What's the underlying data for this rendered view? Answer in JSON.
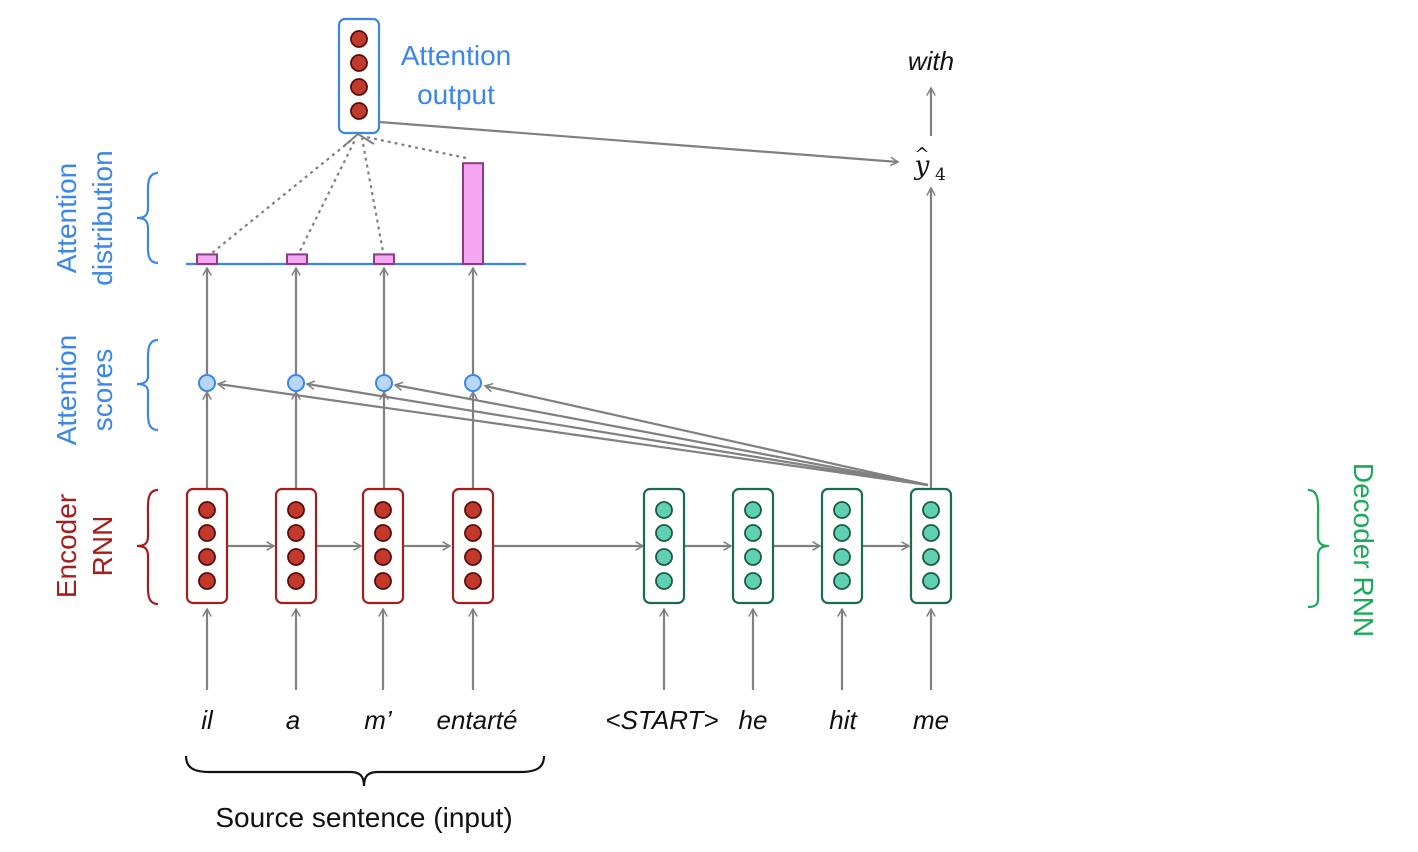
{
  "colors": {
    "encoder": "#a51e1e",
    "encoder_dot": "#c0392b",
    "decoder": "#1a6b50",
    "decoder_dot": "#5fd0b2",
    "decoder_label": "#1aab5a",
    "attention": "#3b86e8",
    "score_dot": "#b7d6f8",
    "dist_bar": "#f5a6f0",
    "dist_bar_border": "#8a3b8a",
    "arrow": "#808080"
  },
  "labels": {
    "attention_output_line1": "Attention",
    "attention_output_line2": "output",
    "attention_distribution_line1": "Attention",
    "attention_distribution_line2": "distribution",
    "attention_scores_line1": "Attention",
    "attention_scores_line2": "scores",
    "encoder_rnn_line1": "Encoder",
    "encoder_rnn_line2": "RNN",
    "decoder_rnn": "Decoder RNN",
    "source_sentence": "Source sentence (input)",
    "output_word": "with",
    "prediction_base": "y",
    "prediction_hat": "^",
    "prediction_subscript": "4"
  },
  "source_words": [
    "il",
    "a",
    "m’",
    "entarté"
  ],
  "target_words": [
    "<START>",
    "he",
    "hit",
    "me"
  ],
  "attention_distribution": [
    0.08,
    0.08,
    0.08,
    0.84
  ],
  "icons": {
    "bracket": "curly-brace",
    "neuron": "circle-dot"
  }
}
